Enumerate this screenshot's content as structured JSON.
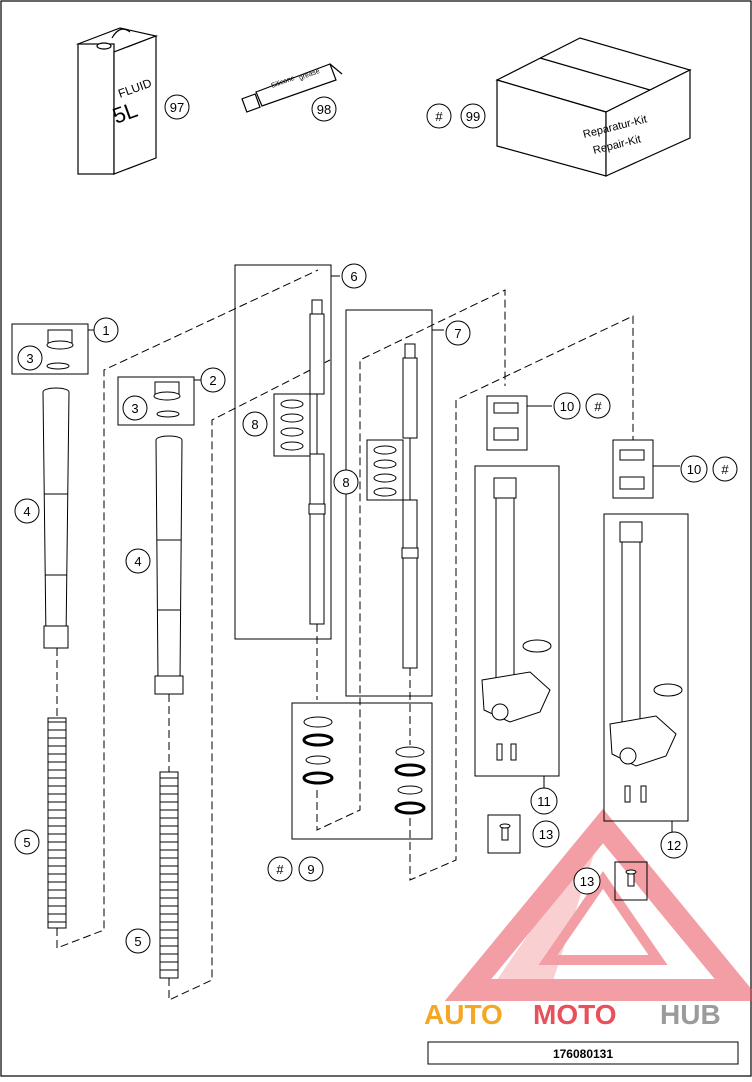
{
  "callouts": {
    "c1": "1",
    "c2": "2",
    "c3a": "3",
    "c3b": "3",
    "c4a": "4",
    "c4b": "4",
    "c5a": "5",
    "c5b": "5",
    "c6": "6",
    "c7": "7",
    "c8a": "8",
    "c8b": "8",
    "c9": "9",
    "c9hash": "#",
    "c10a": "10",
    "c10a_hash": "#",
    "c10b": "10",
    "c10b_hash": "#",
    "c11": "11",
    "c12": "12",
    "c13a": "13",
    "c13b": "13",
    "c97": "97",
    "c98": "98",
    "c99": "99",
    "c99hash": "#"
  },
  "products": {
    "can_line1": "FLUID",
    "can_line2": "5L",
    "tube_line1": "Silicone",
    "tube_line2": "grease",
    "kit_line1": "Reparatur-Kit",
    "kit_line2": "Repair-Kit"
  },
  "watermark": {
    "word_part1": "AUTO",
    "word_part2": "MOTO",
    "word_part3": "HUB",
    "color_orange": "#f5a623",
    "color_red": "#e8505b",
    "color_gray": "#9b9b9b"
  },
  "footer": {
    "part_number": "176080131"
  }
}
